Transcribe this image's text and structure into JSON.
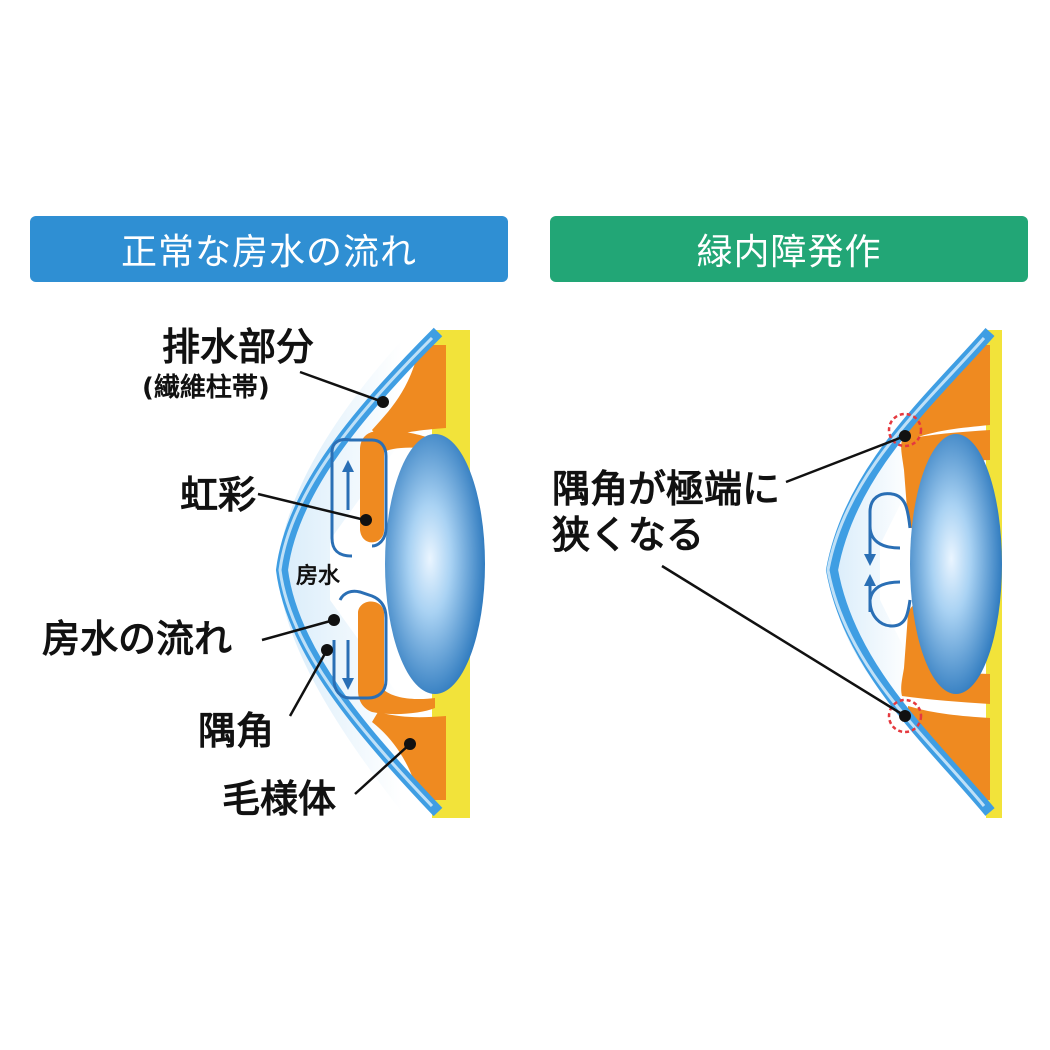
{
  "colors": {
    "normal_header": "#2f8fd3",
    "attack_header": "#22a676",
    "cornea": "#3f9ee3",
    "iris_orange": "#ef8a20",
    "sclera_yellow": "#f2e33a",
    "flow_blue": "#2a6fb5",
    "lens_center": "#eaf5ff",
    "lens_edge": "#1f6fb8",
    "narrow_circle": "#e5393f",
    "leader": "#111111"
  },
  "panels": {
    "normal": {
      "title": "正常な房水の流れ",
      "labels": {
        "drain": "排水部分",
        "drain_sub": "(繊維柱帯)",
        "iris": "虹彩",
        "aqueous": "房水",
        "flow": "房水の流れ",
        "angle": "隅角",
        "ciliary": "毛様体"
      }
    },
    "attack": {
      "title": "緑内障発作",
      "labels": {
        "narrow_line1": "隅角が極端に",
        "narrow_line2": "狭くなる"
      }
    }
  }
}
